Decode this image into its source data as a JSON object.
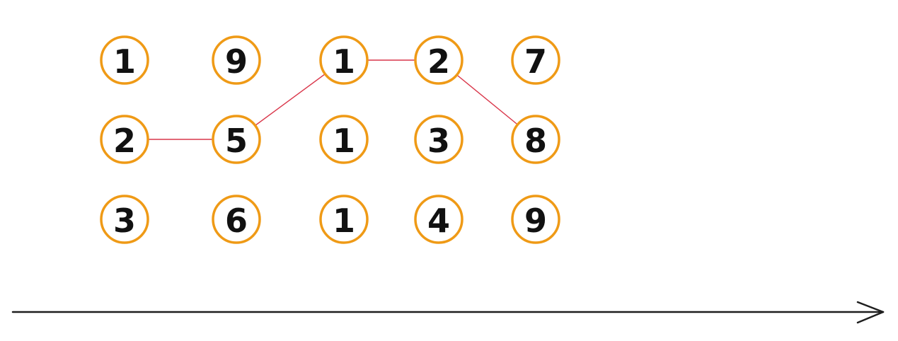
{
  "diagram": {
    "colors": {
      "node_stroke": "#ef9a16",
      "node_text": "#111111",
      "path_stroke": "#d9364a",
      "timeline_stroke": "#1e1e1e"
    },
    "columns": [
      {
        "values": [
          "1",
          "2",
          "3"
        ]
      },
      {
        "values": [
          "9",
          "5",
          "6"
        ]
      },
      {
        "values": [
          "1",
          "1",
          "1"
        ]
      },
      {
        "values": [
          "2",
          "3",
          "4"
        ]
      },
      {
        "values": [
          "7",
          "8",
          "9"
        ]
      }
    ],
    "highlighted_path": [
      {
        "column": 0,
        "row": 1
      },
      {
        "column": 1,
        "row": 1
      },
      {
        "column": 2,
        "row": 0
      },
      {
        "column": 3,
        "row": 0
      },
      {
        "column": 4,
        "row": 1
      }
    ],
    "axis": {
      "arrow_icon": "arrow-right-icon"
    }
  }
}
